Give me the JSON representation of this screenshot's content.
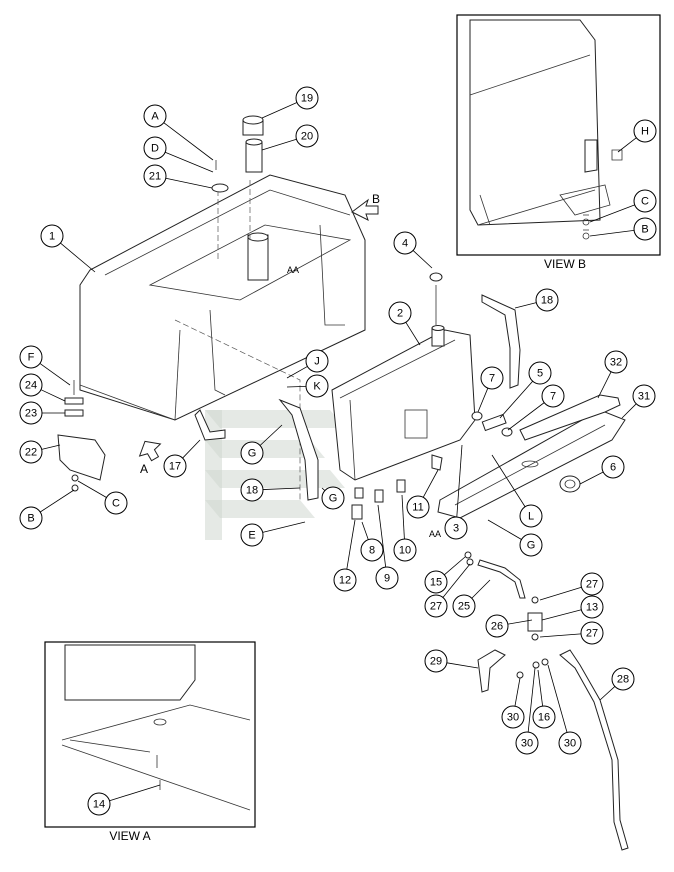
{
  "views": {
    "view_a_label": "VIEW A",
    "view_b_label": "VIEW B",
    "arrow_a": "A",
    "arrow_b": "B",
    "section_aa": "AA"
  },
  "callouts": [
    {
      "id": "19",
      "label": "19"
    },
    {
      "id": "20",
      "label": "20"
    },
    {
      "id": "A",
      "label": "A"
    },
    {
      "id": "D",
      "label": "D"
    },
    {
      "id": "21",
      "label": "21"
    },
    {
      "id": "1",
      "label": "1"
    },
    {
      "id": "F",
      "label": "F"
    },
    {
      "id": "24",
      "label": "24"
    },
    {
      "id": "23",
      "label": "23"
    },
    {
      "id": "22",
      "label": "22"
    },
    {
      "id": "B-left",
      "label": "B"
    },
    {
      "id": "C-left",
      "label": "C"
    },
    {
      "id": "17",
      "label": "17"
    },
    {
      "id": "J",
      "label": "J"
    },
    {
      "id": "K",
      "label": "K"
    },
    {
      "id": "G-mid",
      "label": "G"
    },
    {
      "id": "18-mid",
      "label": "18"
    },
    {
      "id": "E",
      "label": "E"
    },
    {
      "id": "G-low",
      "label": "G"
    },
    {
      "id": "4",
      "label": "4"
    },
    {
      "id": "2",
      "label": "2"
    },
    {
      "id": "18-right",
      "label": "18"
    },
    {
      "id": "7-a",
      "label": "7"
    },
    {
      "id": "5",
      "label": "5"
    },
    {
      "id": "7-b",
      "label": "7"
    },
    {
      "id": "32",
      "label": "32"
    },
    {
      "id": "31",
      "label": "31"
    },
    {
      "id": "6",
      "label": "6"
    },
    {
      "id": "L",
      "label": "L"
    },
    {
      "id": "G-right",
      "label": "G"
    },
    {
      "id": "3",
      "label": "3"
    },
    {
      "id": "11",
      "label": "11"
    },
    {
      "id": "8",
      "label": "8"
    },
    {
      "id": "10",
      "label": "10"
    },
    {
      "id": "9",
      "label": "9"
    },
    {
      "id": "12",
      "label": "12"
    },
    {
      "id": "15",
      "label": "15"
    },
    {
      "id": "27-a",
      "label": "27"
    },
    {
      "id": "25",
      "label": "25"
    },
    {
      "id": "27-b",
      "label": "27"
    },
    {
      "id": "13",
      "label": "13"
    },
    {
      "id": "26",
      "label": "26"
    },
    {
      "id": "27-c",
      "label": "27"
    },
    {
      "id": "29",
      "label": "29"
    },
    {
      "id": "28",
      "label": "28"
    },
    {
      "id": "30-a",
      "label": "30"
    },
    {
      "id": "16",
      "label": "16"
    },
    {
      "id": "30-b",
      "label": "30"
    },
    {
      "id": "30-c",
      "label": "30"
    },
    {
      "id": "H",
      "label": "H"
    },
    {
      "id": "C-vb",
      "label": "C"
    },
    {
      "id": "B-vb",
      "label": "B"
    },
    {
      "id": "14",
      "label": "14"
    }
  ]
}
